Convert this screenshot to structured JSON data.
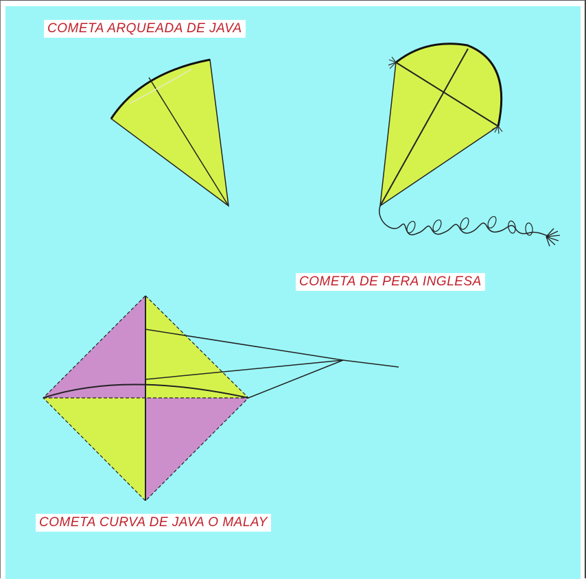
{
  "colors": {
    "background": "#9cf6f7",
    "kite_yellow": "#d5f24c",
    "kite_purple": "#cc8fcc",
    "line": "#222222",
    "caption_text": "#c0202a",
    "caption_background": "#ffffff"
  },
  "labels": {
    "arched_java": "COMETA ARQUEADA DE JAVA",
    "english_pear": "COMETA DE PERA INGLESA",
    "malay_curved": "COMETA CURVA DE JAVA O MALAY"
  }
}
